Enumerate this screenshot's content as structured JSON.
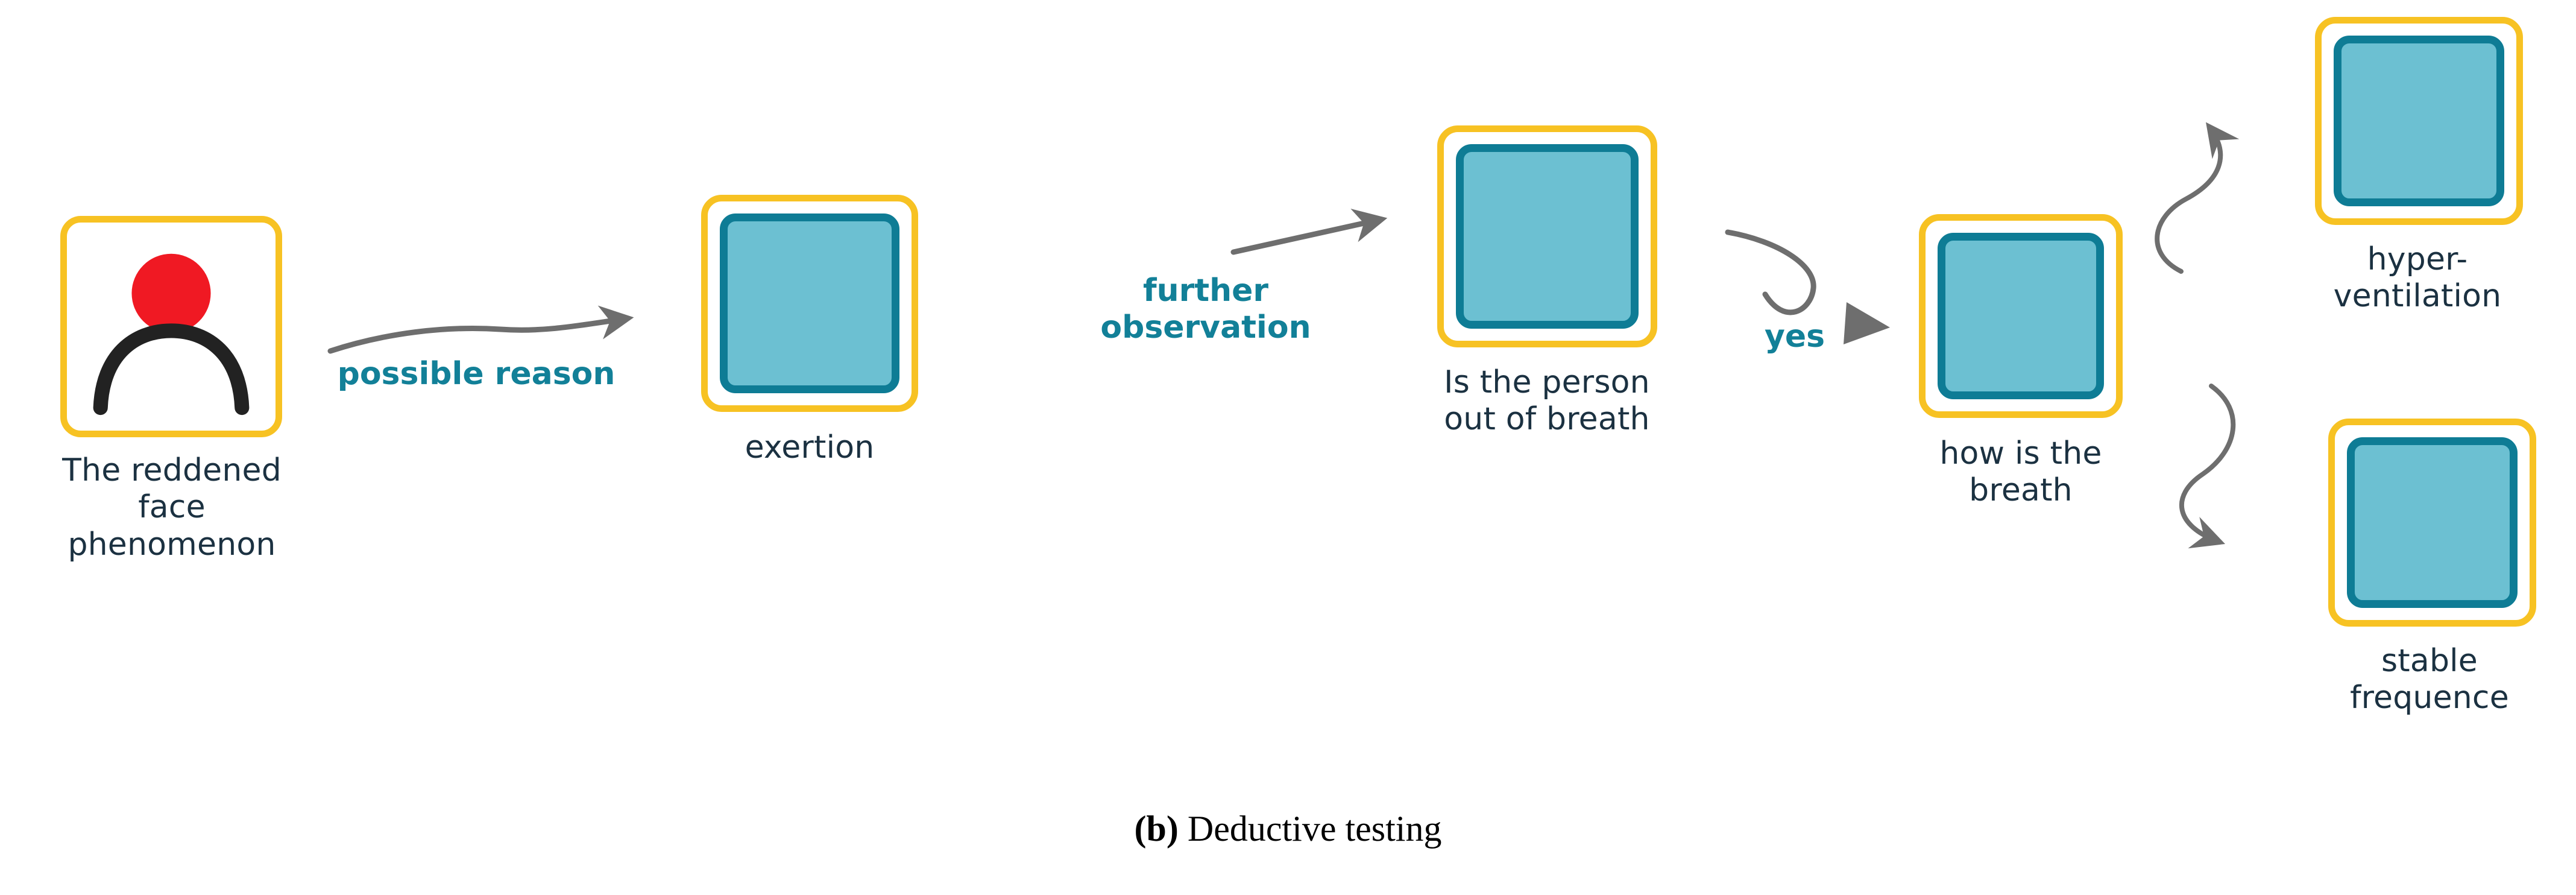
{
  "figure": {
    "caption_marker": "(b)",
    "caption_text": " Deductive testing"
  },
  "palette": {
    "node_outer_border": "#F7C223",
    "node_fill": "#6CC0D2",
    "node_inner_border": "#0E7C95",
    "label_text": "#1B3141",
    "edge_label_text": "#128098",
    "arrow": "#6E6E6E",
    "face_red": "#F01923",
    "person_body": "#222222",
    "background": "#FFFFFF"
  },
  "nodes": [
    {
      "id": "reddened-face",
      "label": "The reddened\nface\nphenomenon",
      "icon": "person-red-face-icon",
      "kind": "observation"
    },
    {
      "id": "exertion",
      "label": "exertion",
      "icon": "blank-teal-icon",
      "kind": "hypothesis"
    },
    {
      "id": "out-of-breath",
      "label": "Is the person\nout of breath",
      "icon": "blank-teal-icon",
      "kind": "question"
    },
    {
      "id": "how-is-breath",
      "label": "how is the\nbreath",
      "icon": "blank-teal-icon",
      "kind": "question"
    },
    {
      "id": "hyperventilation",
      "label": "hyper-\nventilation",
      "icon": "blank-teal-icon",
      "kind": "outcome"
    },
    {
      "id": "stable-frequence",
      "label": "stable\nfrequence",
      "icon": "blank-teal-icon",
      "kind": "outcome"
    }
  ],
  "edges": [
    {
      "id": "e1",
      "label": "possible reason",
      "from": "reddened-face",
      "to": "exertion",
      "style": "wavy-right"
    },
    {
      "id": "e2",
      "label": "further\nobservation",
      "from": "exertion",
      "to": "out-of-breath",
      "style": "straight-up-right"
    },
    {
      "id": "e3",
      "label": "yes",
      "from": "out-of-breath",
      "to": "how-is-breath",
      "style": "hook-down-right"
    },
    {
      "id": "e4",
      "label": "",
      "from": "how-is-breath",
      "to": "hyperventilation",
      "style": "s-curve-up-right"
    },
    {
      "id": "e5",
      "label": "",
      "from": "how-is-breath",
      "to": "stable-frequence",
      "style": "s-curve-down-right"
    }
  ]
}
